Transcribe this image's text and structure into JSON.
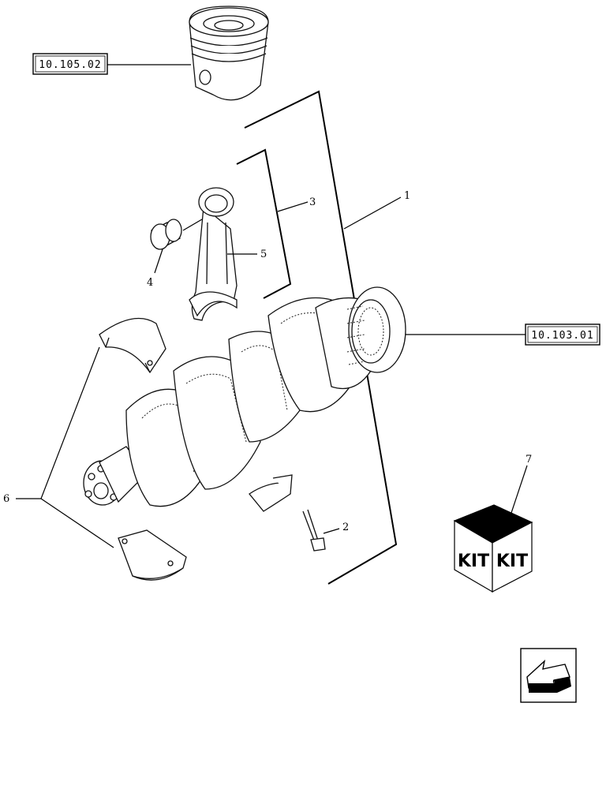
{
  "references": {
    "piston_ref": "10.105.02",
    "flywheel_ref": "10.103.01"
  },
  "callouts": {
    "c1": "1",
    "c2": "2",
    "c3": "3",
    "c4": "4",
    "c5": "5",
    "c6": "6",
    "c7": "7"
  },
  "kit": {
    "left_label": "KIT",
    "right_label": "KIT"
  },
  "icons": {
    "navigation": "back-arrow-icon"
  }
}
